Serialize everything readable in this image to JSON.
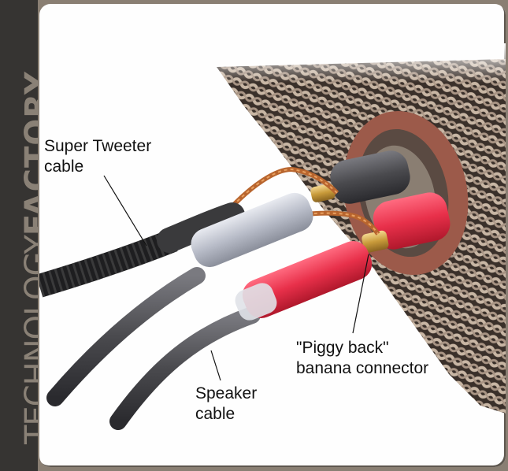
{
  "brand": {
    "text_light": "TECHNOLOGY",
    "text_bold": "FACTORY"
  },
  "photo": {
    "subject": "Speaker binding post with piggy-back banana connectors, super tweeter cable and speaker cable",
    "annotations": [
      {
        "id": "super-tweeter-cable",
        "lines": [
          "Super Tweeter",
          "cable"
        ]
      },
      {
        "id": "piggy-back-connector",
        "lines": [
          "\"Piggy back\"",
          "banana connector"
        ]
      },
      {
        "id": "speaker-cable",
        "lines": [
          "Speaker",
          "cable"
        ]
      }
    ]
  },
  "colors": {
    "frame": "#8a7f73",
    "strip": "#363432",
    "brand_text": "#8a8176",
    "background": "#fefefe",
    "grille": "#a89484",
    "grommet": "#9c5a4a",
    "red_connector": "#e8304a",
    "copper": "#b8652e",
    "cable_gray": "#4a4a4c",
    "braided": "#1e1e20"
  }
}
